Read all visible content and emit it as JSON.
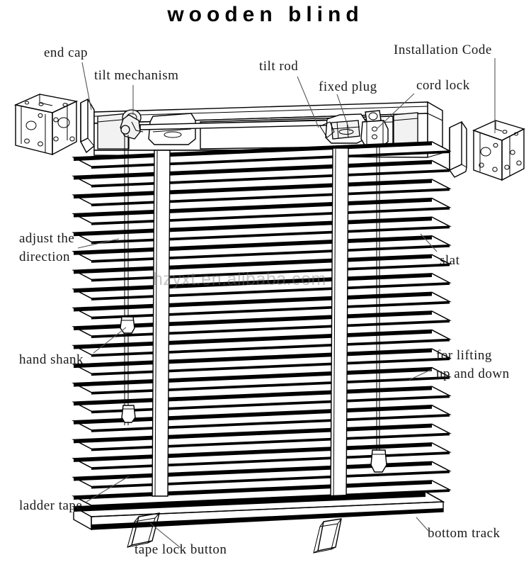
{
  "page": {
    "title": "wooden blind",
    "watermark": "hzyxt.en.alibaba.com",
    "background_color": "#ffffff",
    "line_color": "#000000",
    "leader_color": "#555555"
  },
  "labels": {
    "end_cap": "end cap",
    "tilt_mechanism": "tilt mechanism",
    "tilt_rod": "tilt rod",
    "fixed_plug": "fixed plug",
    "cord_lock": "cord lock",
    "installation_code": "Installation Code",
    "adjust_direction_line1": "adjust the",
    "adjust_direction_line2": "direction",
    "slat": "slat",
    "hand_shank": "hand shank",
    "lifting_line1": "for lifting",
    "lifting_line2": "up and down",
    "ladder_tape": "ladder tape",
    "tape_lock_button": "tape lock button",
    "bottom_track": "bottom track"
  },
  "diagram": {
    "type": "exploded-technical-illustration",
    "subject": "wooden venetian blind",
    "slat_count": 19,
    "ladder_tape_count": 2,
    "parts": [
      "end cap",
      "tilt mechanism",
      "tilt rod",
      "fixed plug",
      "cord lock",
      "Installation Code",
      "slat",
      "hand shank",
      "ladder tape",
      "tape lock button",
      "bottom track"
    ]
  }
}
